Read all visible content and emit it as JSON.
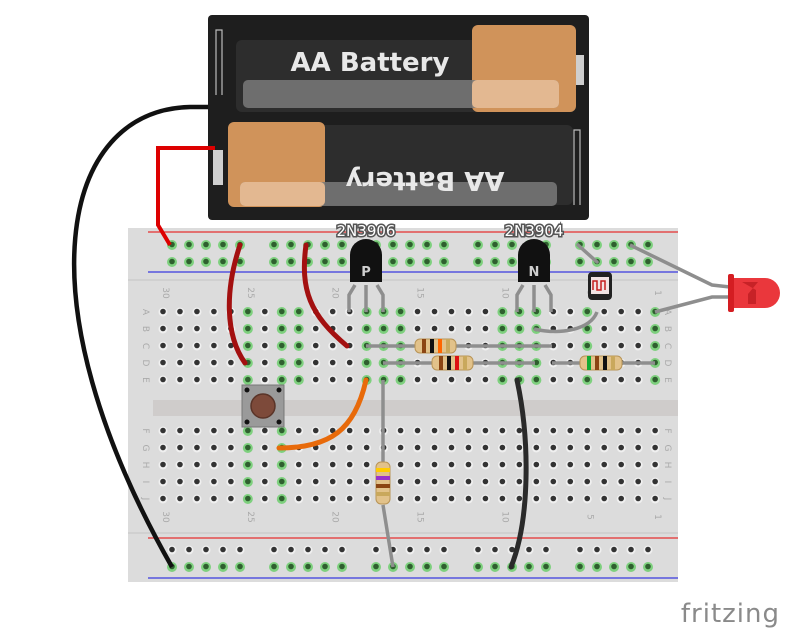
{
  "battery": {
    "top_label": "AA Battery",
    "bottom_label": "AA Battery",
    "holder_color": "#1e1e1e",
    "cell_color": "#d0935a"
  },
  "breadboard": {
    "columns": 30,
    "column_labels": [
      "30",
      "25",
      "20",
      "15",
      "10",
      "5",
      "1"
    ],
    "rows_top": [
      "A",
      "B",
      "C",
      "D",
      "E"
    ],
    "rows_bottom": [
      "F",
      "G",
      "H",
      "I",
      "J"
    ],
    "rail_positive_color": "#e53030",
    "rail_negative_color": "#3a3ae0"
  },
  "components": {
    "pnp": {
      "label": "2N3906",
      "glyph": "P"
    },
    "npn": {
      "label": "2N3904",
      "glyph": "N"
    },
    "led": {
      "color": "#e8262b",
      "name": "Red LED"
    },
    "photocell": {
      "name": "Photocell (LDR)"
    },
    "pushbutton": {
      "name": "Pushbutton"
    },
    "resistors": [
      {
        "name": "resistor-1",
        "bands": [
          "#8b4513",
          "#111111",
          "#ff6600",
          "#c9a85c"
        ]
      },
      {
        "name": "resistor-2",
        "bands": [
          "#8b4513",
          "#111111",
          "#dd1111",
          "#c9a85c"
        ]
      },
      {
        "name": "resistor-3",
        "bands": [
          "#11aa33",
          "#8b4513",
          "#111111",
          "#c9a85c"
        ]
      },
      {
        "name": "resistor-4",
        "bands": [
          "#ffcc00",
          "#9933cc",
          "#8b4513",
          "#c9a85c"
        ]
      }
    ]
  },
  "wires": {
    "red": "#c11a1a",
    "black": "#111111",
    "orange": "#e86a0a",
    "gray": "#8e8e8e"
  },
  "brand": {
    "logo_text": "fritzing"
  }
}
